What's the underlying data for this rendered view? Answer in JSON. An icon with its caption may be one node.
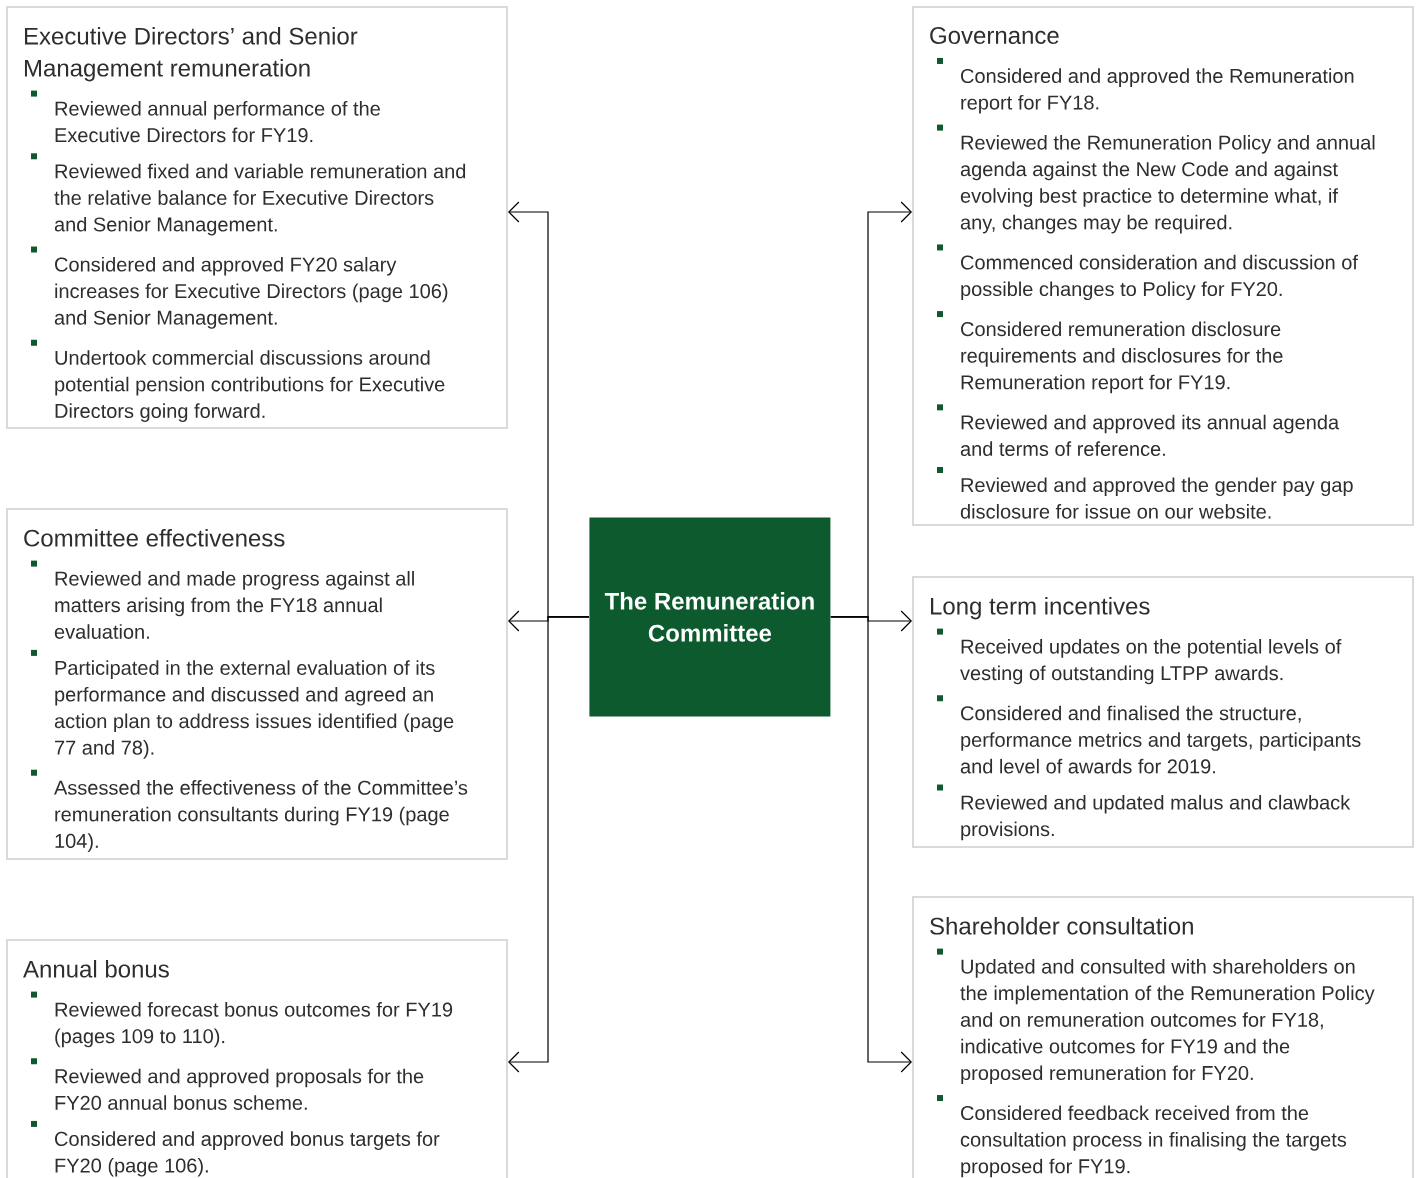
{
  "diagram": {
    "nodes": [
      {
        "text": [
          "The Remuneration Committee"
        ]
      },
      {
        "text": [
          "Executive Directors’ and Senior Management remuneration",
          "Reviewed annual performance of the Executive Directors for FY19.",
          "Reviewed fixed and variable remuneration and the relative balance for Executive Directors and Senior Management.",
          "Considered and approved FY20 salary increases for Executive Directors (page 106) and Senior Management.",
          "Undertook commercial discussions around potential pension contributions for Executive Directors going forward."
        ]
      },
      {
        "text": [
          "Committee effectiveness",
          "Reviewed and made progress against all matters arising from the FY18 annual evaluation.",
          "Participated in the external evaluation of its performance and discussed and agreed an action plan to address issues identified (page 77 and 78).",
          "Assessed the effectiveness of the Committee’s remuneration consultants during FY19 (page 104)."
        ]
      },
      {
        "text": [
          "Annual bonus",
          "Reviewed forecast bonus outcomes for FY19 (pages 109 to 110).",
          "Reviewed and approved proposals for the FY20 annual bonus scheme.",
          "Considered and approved bonus targets for FY20 (page 106)."
        ]
      },
      {
        "text": [
          "Governance",
          "Considered and approved the Remuneration report for FY18.",
          "Reviewed the Remuneration Policy and annual agenda against the New Code and against evolving best practice to determine what, if any, changes may be required.",
          "Commenced consideration and discussion of possible changes to Policy for FY20.",
          "Considered remuneration disclosure requirements and disclosures for the Remuneration report for FY19.",
          "Reviewed and approved its annual agenda and terms of reference.",
          "Reviewed and approved the gender pay gap disclosure for issue on our website."
        ]
      },
      {
        "text": [
          "Long term incentives",
          "Received updates on the potential levels of vesting of outstanding LTPP awards.",
          "Considered and finalised the structure, performance metrics and targets, participants and level of awards for 2019.",
          "Reviewed and updated malus and clawback provisions."
        ]
      },
      {
        "text": [
          "Shareholder consultation",
          "Updated and consulted with shareholders on the implementation of the Remuneration Policy and on remuneration outcomes for FY18, indicative outcomes for FY19 and the proposed remuneration for FY20.",
          "Considered feedback received from the consultation process in finalising the targets proposed for FY19."
        ]
      }
    ],
    "edges": [
      {
        "from": 0,
        "to": 1,
        "arrow": "to"
      },
      {
        "from": 0,
        "to": 2,
        "arrow": "to"
      },
      {
        "from": 0,
        "to": 3,
        "arrow": "to"
      },
      {
        "from": 0,
        "to": 4,
        "arrow": "to"
      },
      {
        "from": 0,
        "to": 5,
        "arrow": "to"
      },
      {
        "from": 0,
        "to": 6,
        "arrow": "to"
      }
    ]
  }
}
